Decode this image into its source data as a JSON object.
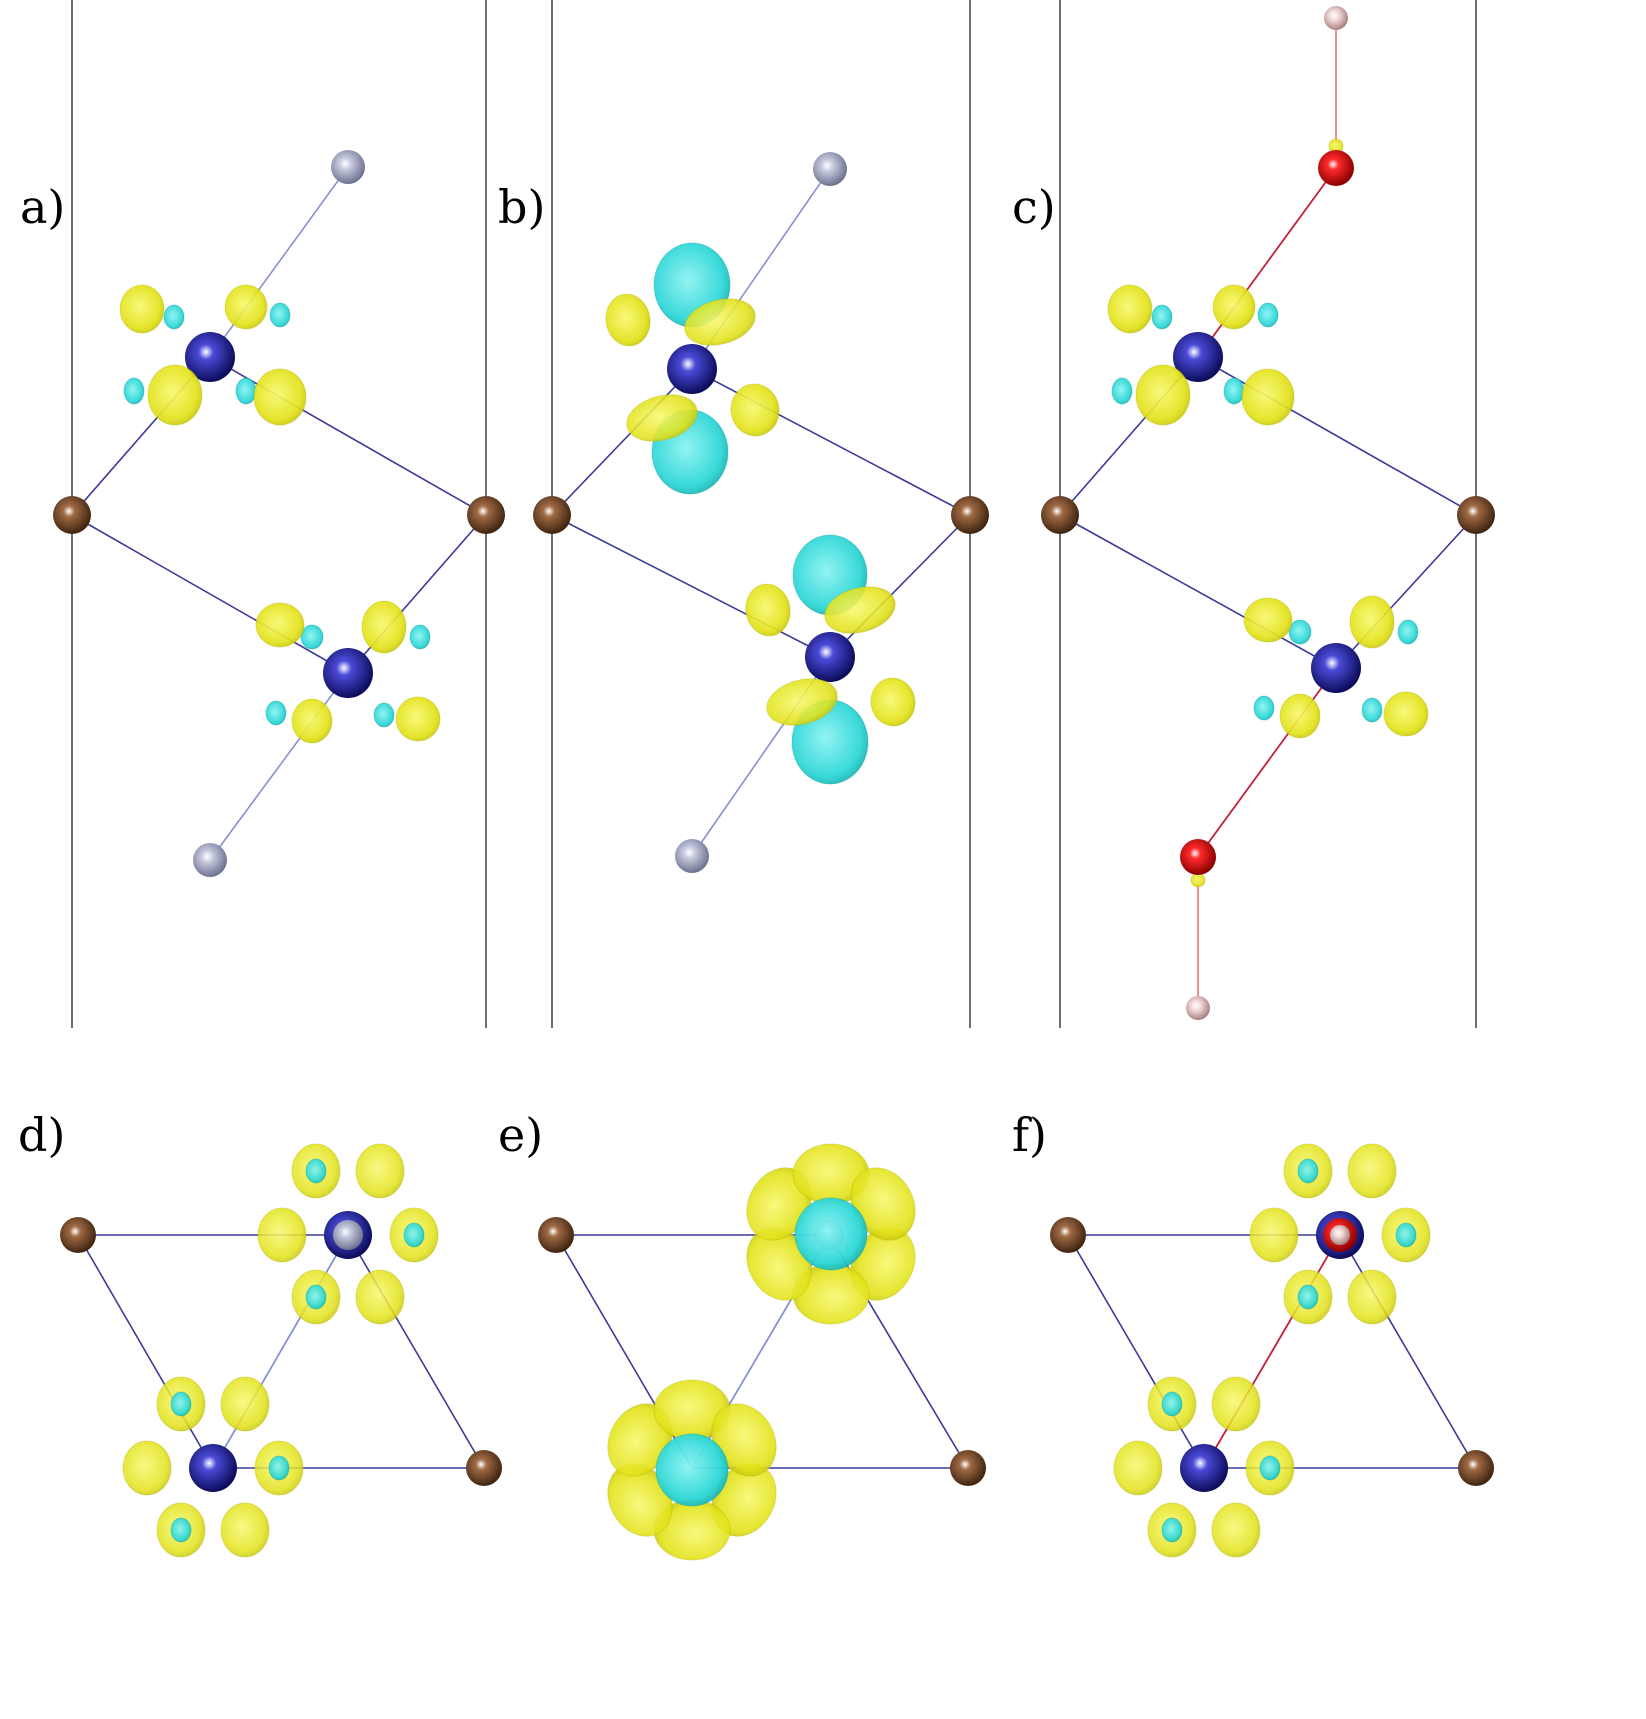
{
  "panels": [
    {
      "id": "a",
      "label": "a)",
      "view": "side",
      "ligand": "N"
    },
    {
      "id": "b",
      "label": "b)",
      "view": "side",
      "ligand": "N"
    },
    {
      "id": "c",
      "label": "c)",
      "view": "side",
      "ligand": "OH"
    },
    {
      "id": "d",
      "label": "d)",
      "view": "top",
      "ligand": "N"
    },
    {
      "id": "e",
      "label": "e)",
      "view": "top",
      "ligand": "N"
    },
    {
      "id": "f",
      "label": "f)",
      "view": "top",
      "ligand": "OH"
    }
  ],
  "colors": {
    "metal_atom": "#1c1c8c",
    "corner_atom": "#7a4a2a",
    "nitrogen_atom": "#aab0c8",
    "oxygen_atom": "#e01010",
    "hydrogen_atom": "#e8c8c8",
    "isosurface_positive": "#e6e61e",
    "isosurface_negative": "#28d8d8",
    "cell_line": "#333333"
  }
}
